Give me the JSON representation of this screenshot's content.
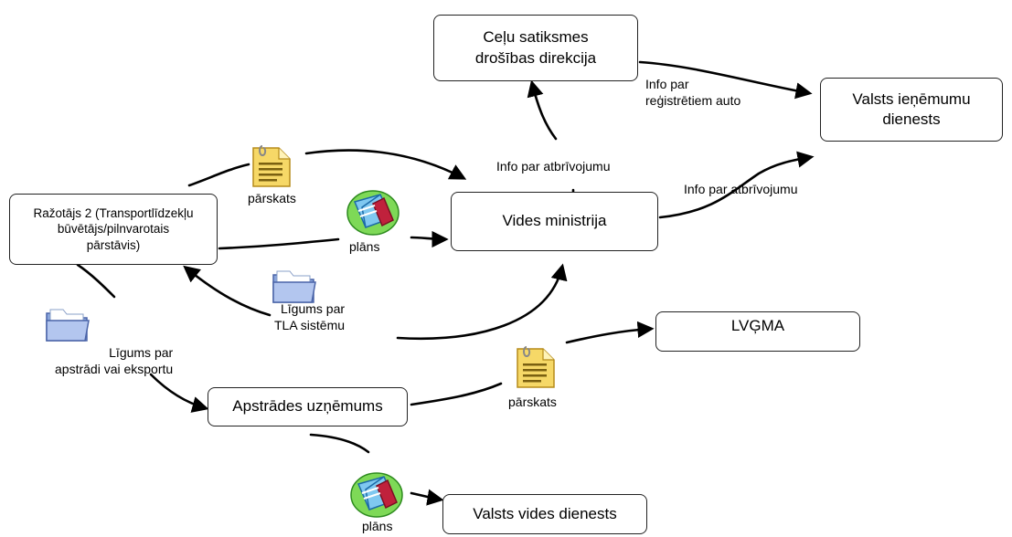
{
  "nodes": {
    "csdd": "Ceļu satiksmes\ndrošības direkcija",
    "vid": "Valsts ieņēmumu\ndienests",
    "ministry": "Vides ministrija",
    "producer": "Ražotājs 2 (Transportlīdzekļu\nbūvētājs/pilnvarotais\npārstāvis)",
    "lvgma": "LVĢMA",
    "processing": "Apstrādes uzņēmums",
    "vvd": "Valsts vides dienests"
  },
  "labels": {
    "info_registered": "Info par\nreģistrētiem auto",
    "info_exemption_1": "Info par atbrīvojumu",
    "info_exemption_2": "Info par atbrīvojumu",
    "report_1": "pārskats",
    "plan_1": "plāns",
    "contract_tla": "Līgums par\nTLA sistēmu",
    "contract_processing": "Līgums par\napstrādi vai eksportu",
    "report_2": "pārskats",
    "plan_2": "plāns"
  },
  "icons": {
    "report_icon_1": "document-icon",
    "plan_icon_1": "plan-book-icon",
    "folder_icon_1": "folder-icon",
    "folder_icon_2": "folder-icon",
    "report_icon_2": "document-icon",
    "plan_icon_2": "plan-book-icon"
  }
}
